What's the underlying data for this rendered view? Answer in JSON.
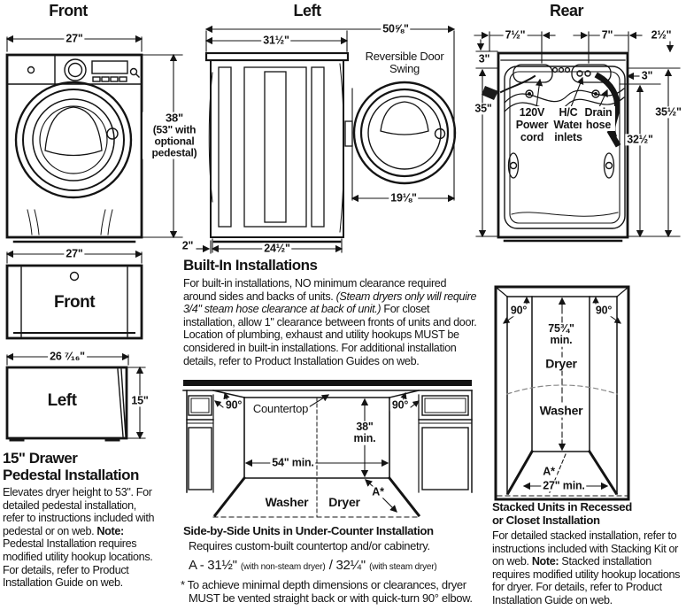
{
  "front_view": {
    "title": "Front",
    "dim_width_top": "27\"",
    "dim_height": "38\"",
    "dim_height_note": "(53\" with optional pedestal)",
    "dim_gap": "2\""
  },
  "left_view": {
    "title": "Left",
    "dim_overall": "50⅝\"",
    "dim_top_depth": "31½\"",
    "door_swing": "Reversible Door Swing",
    "dim_door": "19⅛\"",
    "dim_base": "24½\""
  },
  "rear_view": {
    "title": "Rear",
    "dim_left_offset": "7½\"",
    "dim_right_offset": "7\"",
    "dim_edge_offset": "2½\"",
    "dim_top_gap": "3\"",
    "dim_height_left": "35\"",
    "dim_hose_gap": "3\"",
    "dim_height_right": "35½\"",
    "dim_height_inner": "32½\"",
    "label_power": "120V Power cord",
    "label_water": "H/C Water inlets",
    "label_drain": "Drain hose"
  },
  "pedestal": {
    "front_label": "Front",
    "front_width": "27\"",
    "left_label": "Left",
    "left_width": "26 ⁷⁄₁₆\"",
    "left_height": "15\"",
    "heading_line1": "15\" Drawer",
    "heading_line2": "Pedestal Installation",
    "body_before": "Elevates dryer height to 53\". For detailed pedestal installation, refer to instructions included with pedestal or on web. ",
    "note_label": "Note:",
    "body_after": " Pedestal Installation requires modified utility hookup locations. For details, refer to Product Installation Guide on web."
  },
  "builtin": {
    "heading": "Built-In Installations",
    "body_start": "For built-in installations, NO minimum clearance required around sides and backs of units. ",
    "body_italic": "(Steam dryers only will require 3/4\" steam hose clearance at back of unit.)",
    "body_end": " For closet installation, allow 1\" clearance between fronts of units and door. Location of plumbing, exhaust and utility hookups MUST be considered in built-in installations. For additional installation details, refer to Product Installation Guides on web."
  },
  "undercounter": {
    "angle_left": "90°",
    "angle_right": "90°",
    "countertop_label": "Countertop",
    "dim_height_min": "38\" min.",
    "dim_width_min": "54\" min.",
    "washer_label": "Washer",
    "dryer_label": "Dryer",
    "a_marker": "A*",
    "caption": "Side-by-Side Units in Under-Counter Installation",
    "subcaption": "Requires custom-built countertop and/or cabinetry.",
    "a_value_1": "A - 31½\"",
    "a_note_1": "(with non-steam dryer)",
    "a_value_2": "/ 32¼\"",
    "a_note_2": "(with steam dryer)",
    "footnote_star": "*",
    "footnote": "To achieve minimal depth dimensions or clearances, dryer MUST be vented straight back or with quick-turn 90° elbow."
  },
  "stacked": {
    "angle_left": "90°",
    "angle_right": "90°",
    "dim_height_min": "75¾\" min.",
    "dryer_label": "Dryer",
    "washer_label": "Washer",
    "a_marker": "A*",
    "dim_width_min": "27\" min.",
    "caption_line1": "Stacked Units in Recessed",
    "caption_line2": "or Closet Installation",
    "body_before": "For detailed stacked installation, refer to instructions included with Stacking Kit or on web. ",
    "note_label": "Note:",
    "body_after": " Stacked installation requires modified utility hookup locations for dryer. For details, refer to Product Installation Guide on web."
  }
}
